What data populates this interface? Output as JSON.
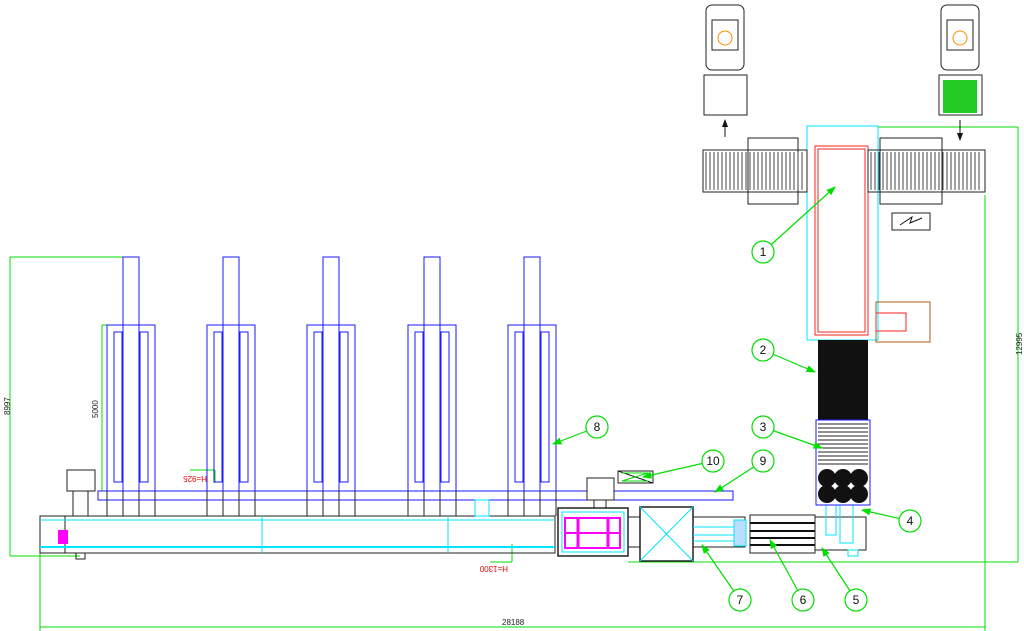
{
  "dimensions": {
    "total_length": "28188",
    "left_height": "8997",
    "dryer_height": "5000",
    "right_height": "12995",
    "header_elevation": "H=925",
    "conveyor_elevation": "H=1300"
  },
  "callouts": [
    "1",
    "2",
    "3",
    "4",
    "5",
    "6",
    "7",
    "8",
    "9",
    "10"
  ],
  "colors": {
    "dimension": "#00dd00",
    "dryer": "#1a1aff",
    "pipe": "#00e5ff",
    "equipment": "#222222",
    "hopper": "#ff2020",
    "press_detail": "#ff00ff",
    "feeder": "#b05a10"
  }
}
